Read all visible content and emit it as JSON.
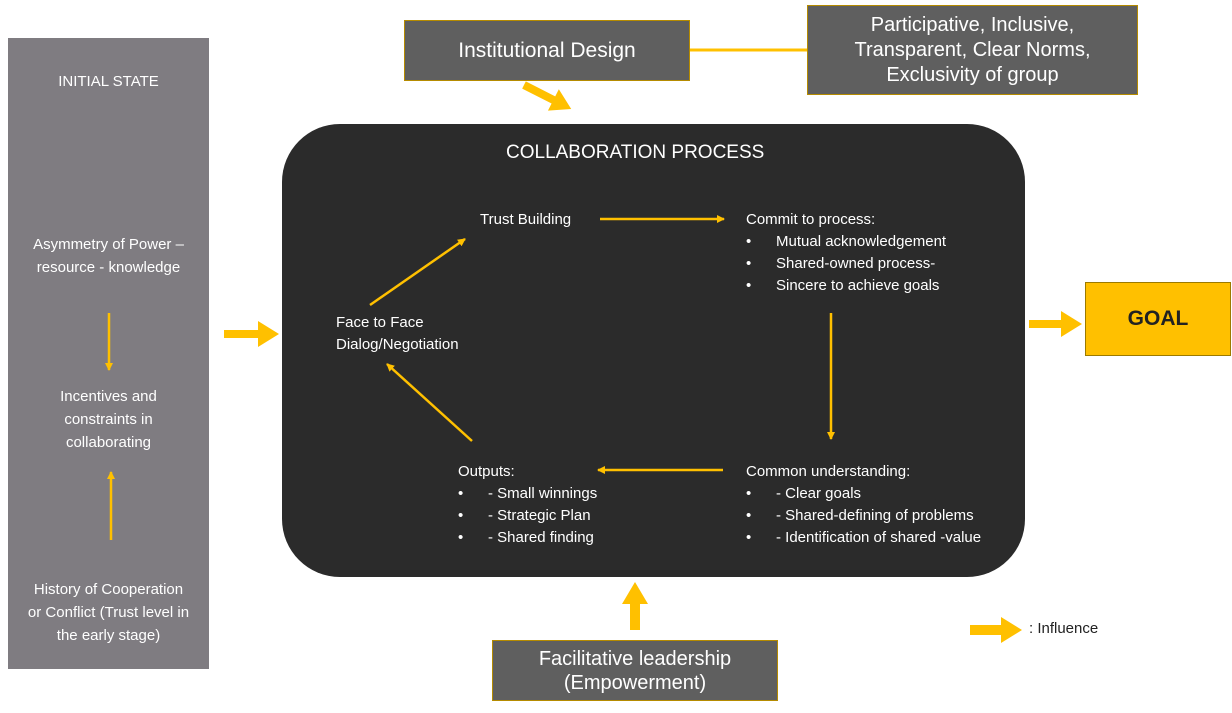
{
  "colors": {
    "arrow": "#ffc000",
    "process_bg": "#2b2b2b",
    "panel_gray": "#7f7c81",
    "box_gray": "#5f5f5f",
    "goal_fill": "#ffc000"
  },
  "initial_state": {
    "title": "INITIAL STATE",
    "asymmetry_line1": "Asymmetry of Power –",
    "asymmetry_line2": "resource - knowledge",
    "incentives_line1": "Incentives and",
    "incentives_line2": "constraints in",
    "incentives_line3": "collaborating",
    "history_line1": "History of Cooperation",
    "history_line2": "or Conflict (Trust level in",
    "history_line3": "the early stage)"
  },
  "institutional_design": "Institutional Design",
  "norms": {
    "line1": "Participative, Inclusive,",
    "line2": "Transparent, Clear Norms,",
    "line3": "Exclusivity of group"
  },
  "process": {
    "title": "COLLABORATION PROCESS",
    "trust_building": "Trust Building",
    "face_line1": "Face to Face",
    "face_line2": "Dialog/Negotiation",
    "commit_title": "Commit to process:",
    "commit_items": [
      "Mutual acknowledgement",
      "Shared-owned process-",
      "Sincere to achieve goals"
    ],
    "common_title": "Common understanding:",
    "common_items": [
      "- Clear goals",
      "- Shared-defining of problems",
      "- Identification of shared -value"
    ],
    "outputs_title": "Outputs:",
    "outputs_items": [
      "- Small winnings",
      "- Strategic Plan",
      "- Shared finding"
    ]
  },
  "goal": "GOAL",
  "facilitative": {
    "line1": "Facilitative leadership",
    "line2": "(Empowerment)"
  },
  "legend": ": Influence"
}
